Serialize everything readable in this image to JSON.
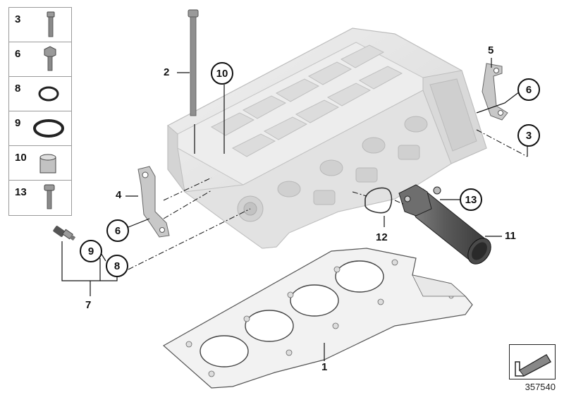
{
  "legend": {
    "items": [
      {
        "label": "3",
        "icon": "bolt-icon"
      },
      {
        "label": "6",
        "icon": "hex-bolt-icon"
      },
      {
        "label": "8",
        "icon": "o-ring-small-icon"
      },
      {
        "label": "9",
        "icon": "o-ring-large-icon"
      },
      {
        "label": "10",
        "icon": "sleeve-icon"
      },
      {
        "label": "13",
        "icon": "torx-bolt-icon"
      }
    ]
  },
  "callouts": {
    "c10": "10",
    "c6_top": "6",
    "c3_right": "3",
    "c13": "13",
    "c6_left": "6",
    "c9": "9",
    "c8": "8"
  },
  "labels": {
    "l2": "2",
    "l5": "5",
    "l4": "4",
    "l12": "12",
    "l11": "11",
    "l7": "7",
    "l1": "1"
  },
  "diagram_id": "357540",
  "colors": {
    "part_fill": "#e6e6e6",
    "part_shade": "#cfcfcf",
    "part_edge": "#b5b5b5",
    "dark_part": "#6a6a6a",
    "line": "#111111"
  }
}
